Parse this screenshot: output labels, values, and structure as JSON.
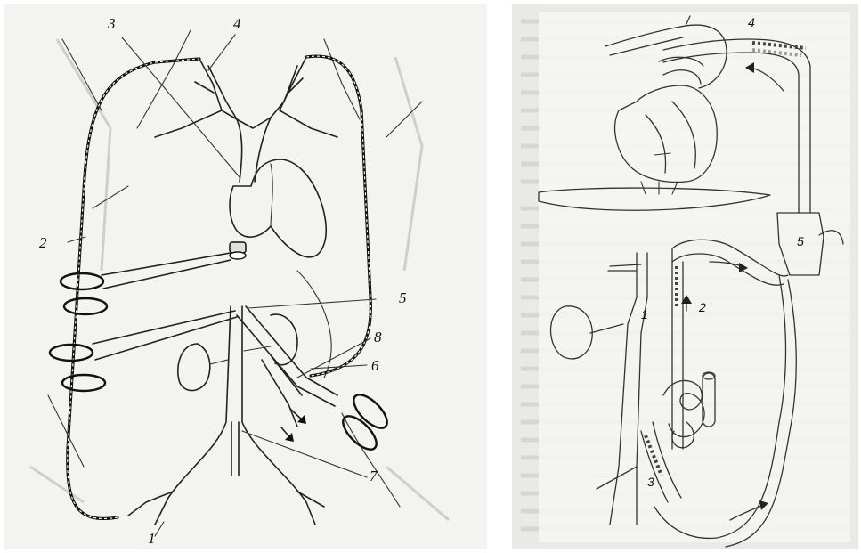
{
  "left_figure": {
    "labels": {
      "l1": "1",
      "l2": "2",
      "l3": "3",
      "l4": "4",
      "l5": "5",
      "l6": "6",
      "l7": "7",
      "l8": "8"
    }
  },
  "right_figure": {
    "labels": {
      "r1": "1",
      "r2": "2",
      "r3": "3",
      "r4": "4",
      "r5": "5"
    }
  }
}
